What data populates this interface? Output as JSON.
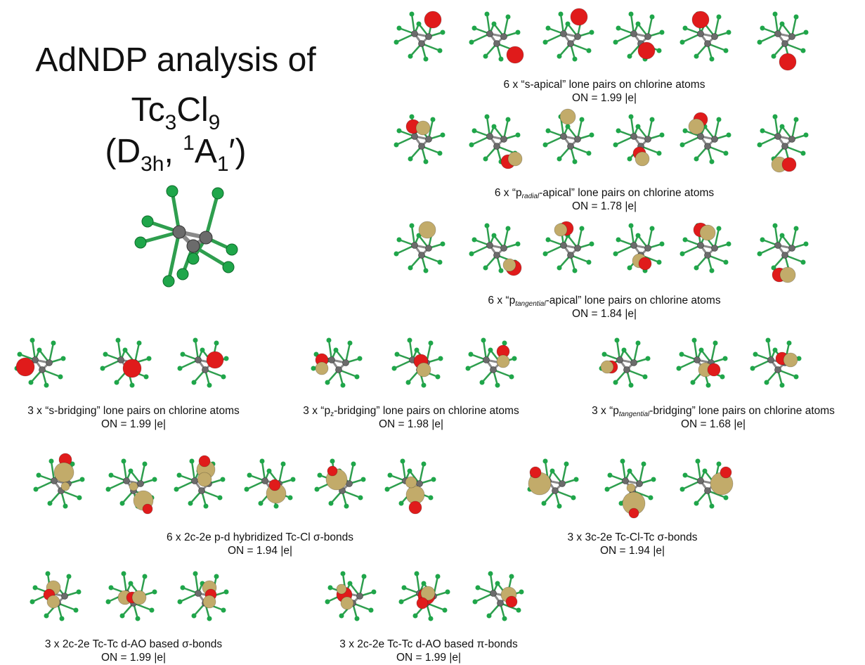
{
  "title": {
    "line1": "AdNDP analysis of",
    "formula": {
      "el1": "Tc",
      "n1": "3",
      "el2": "Cl",
      "n2": "9"
    },
    "symmetry": {
      "open": "(D",
      "sub": "3h",
      "comma": ", ",
      "sup": "1",
      "state": "A",
      "sub2": "1",
      "close": "′)"
    }
  },
  "rows": {
    "s_apical": {
      "count": "6 x",
      "label": "“s-apical” lone pairs on chlorine atoms",
      "on": "ON = 1.99 |e|"
    },
    "p_radial_apical": {
      "count": "6 x",
      "pre": "“p",
      "sub": "radial",
      "post": "-apical” lone pairs on chlorine atoms",
      "on": "ON = 1.78 |e|"
    },
    "p_tangential_apical": {
      "count": "6 x",
      "pre": "“p",
      "sub": "tangential",
      "post": "-apical” lone pairs on chlorine atoms",
      "on": "ON = 1.84 |e|"
    },
    "s_bridging": {
      "count": "3 x",
      "label": "“s-bridging” lone pairs on chlorine atoms",
      "on": "ON = 1.99 |e|"
    },
    "pz_bridging": {
      "count": "3 x",
      "pre": "“p",
      "sub": "z",
      "post": "-bridging” lone pairs on chlorine atoms",
      "on": "ON = 1.98 |e|"
    },
    "p_tangential_bridging": {
      "count": "3 x",
      "pre": "“p",
      "sub": "tangential",
      "post": "-bridging” lone pairs on chlorine atoms",
      "on": "ON = 1.68 |e|"
    },
    "tc_cl_sigma": {
      "count": "6 x",
      "pre": "2c-2e p-d hybridized Tc-Cl ",
      "greek": "σ",
      "post": "-bonds",
      "on": "ON = 1.94 |e|"
    },
    "tc_cl_tc_sigma": {
      "count": "3 x",
      "pre": "3c-2e Tc-Cl-Tc ",
      "greek": "σ",
      "post": "-bonds",
      "on": "ON = 1.94 |e|"
    },
    "tc_tc_sigma": {
      "count": "3 x",
      "pre": "2c-2e Tc-Tc d-AO based ",
      "greek": "σ",
      "post": "-bonds",
      "on": "ON = 1.99 |e|"
    },
    "tc_tc_pi": {
      "count": "3 x",
      "pre": "2c-2e Tc-Tc d-AO based ",
      "greek": "π",
      "post": "-bonds",
      "on": "ON = 1.99 |e|"
    }
  },
  "colors": {
    "chlorine": "#1fa64a",
    "technetium": "#6b6b6b",
    "bond_cl": "#2e9e4e",
    "bond_tc": "#8a8a8a",
    "lobe_red": "#e01b1b",
    "lobe_gold": "#c2ab6a"
  },
  "icons": [
    "molecule-icon",
    "red-orbital-lobe",
    "gold-orbital-lobe"
  ]
}
